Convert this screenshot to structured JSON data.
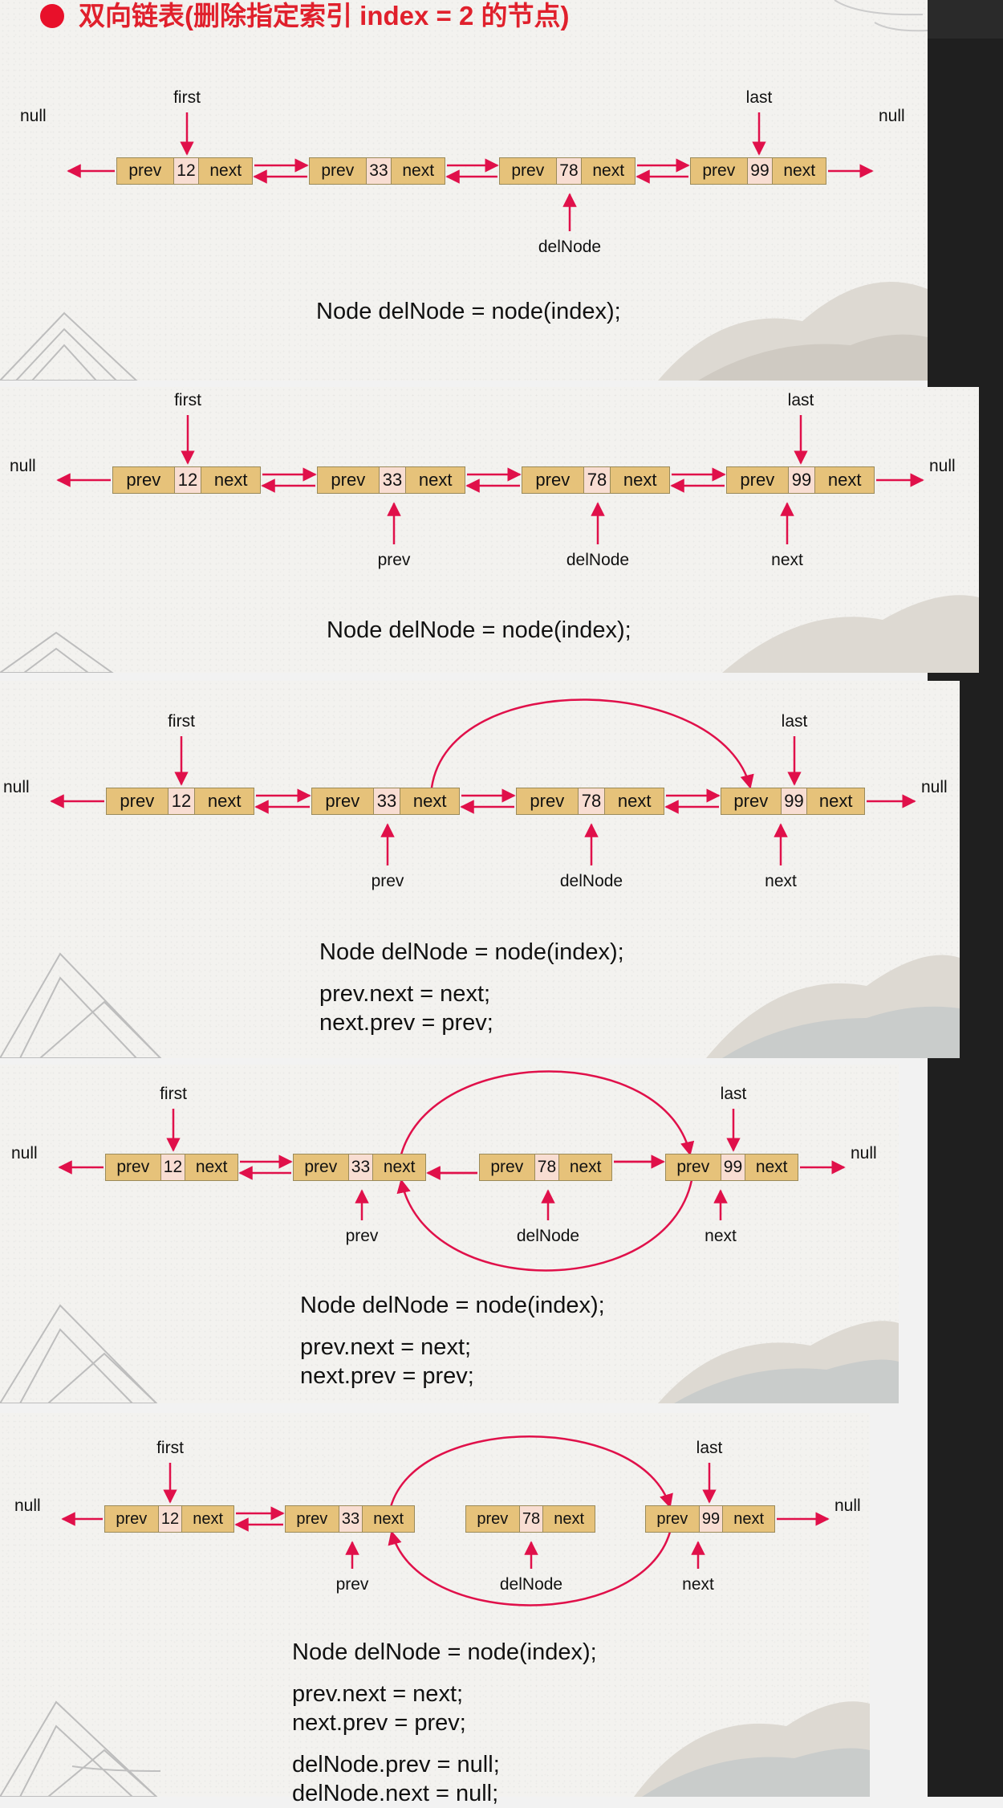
{
  "title": "双向链表(删除指定索引 index = 2 的节点)",
  "colors": {
    "accent": "#e8102a",
    "node_fill": "#e6c27a",
    "value_fill": "#f8ddd2",
    "arrow": "#e0104a"
  },
  "node_labels": {
    "prev": "prev",
    "next": "next"
  },
  "null_text": "null",
  "nodes": [
    {
      "value": "12"
    },
    {
      "value": "33"
    },
    {
      "value": "78"
    },
    {
      "value": "99"
    }
  ],
  "pointer_labels": {
    "first": "first",
    "last": "last",
    "prev": "prev",
    "delNode": "delNode",
    "next": "next"
  },
  "code": {
    "line1": "Node delNode = node(index);",
    "line2": "prev.next = next;",
    "line3": "next.prev = prev;",
    "line4": "delNode.prev = null;",
    "line5": "delNode.next = null;"
  },
  "steps": [
    {
      "step": 1,
      "code": [
        "line1"
      ]
    },
    {
      "step": 2,
      "code": [
        "line1"
      ]
    },
    {
      "step": 3,
      "code": [
        "line1",
        "line2",
        "line3"
      ]
    },
    {
      "step": 4,
      "code": [
        "line1",
        "line2",
        "line3"
      ]
    },
    {
      "step": 5,
      "code": [
        "line1",
        "line2",
        "line3",
        "line4",
        "line5"
      ]
    }
  ]
}
